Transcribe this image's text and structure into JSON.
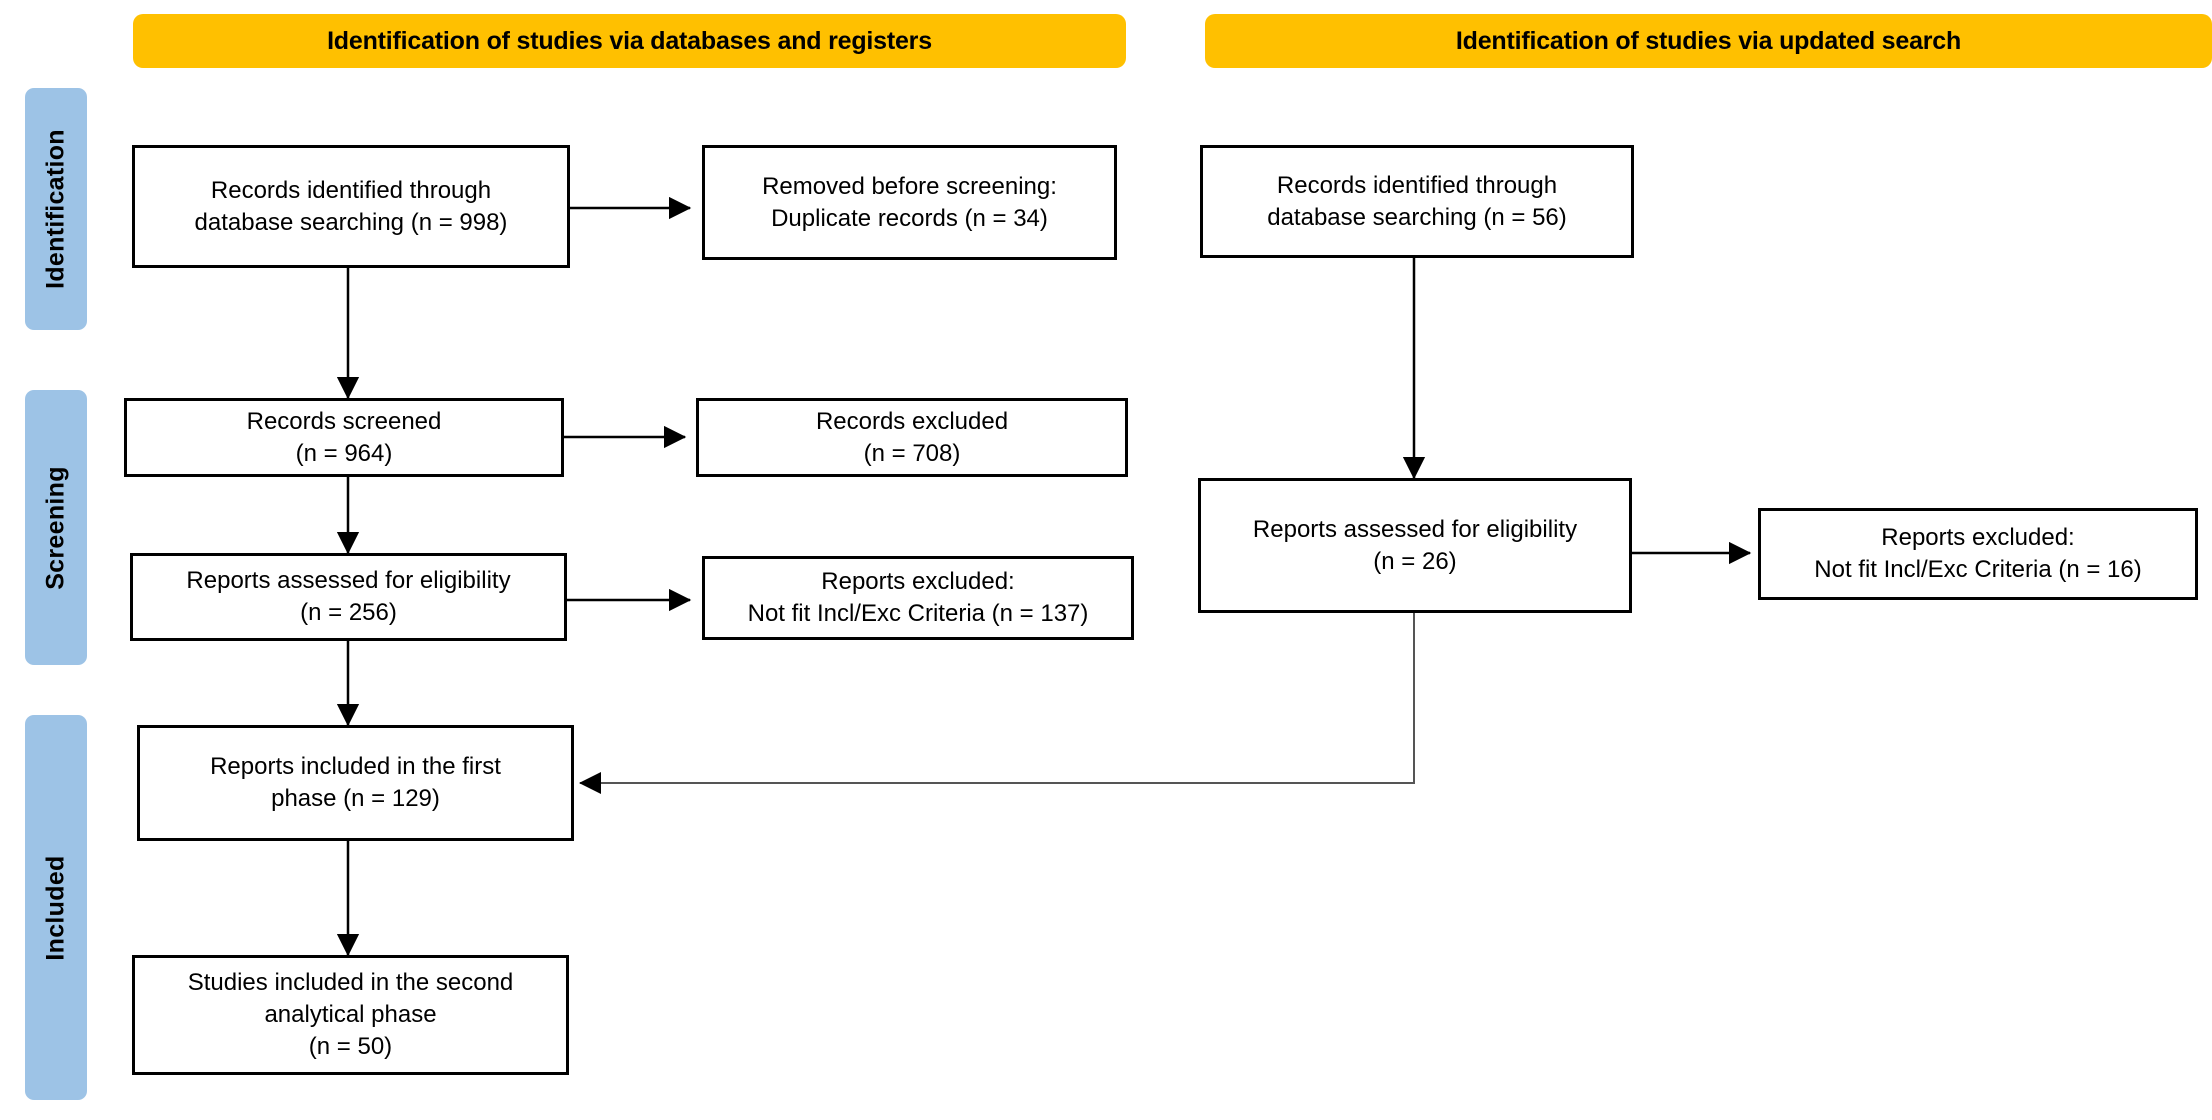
{
  "diagram": {
    "title": "PRISMA flow diagram",
    "colors": {
      "header_band": "#FFC000",
      "stage_bar": "#9DC3E6",
      "box_border": "#000000",
      "box_fill": "#FFFFFF",
      "connector": "#000000",
      "background": "#FFFFFF"
    }
  },
  "headers": [
    {
      "id": "header-databases-registers",
      "label": "Identification of studies via databases and registers"
    },
    {
      "id": "header-updated-search",
      "label": "Identification of studies via updated search"
    }
  ],
  "stage_bars": [
    {
      "id": "stage-identification",
      "label": "Identification"
    },
    {
      "id": "stage-screening",
      "label": "Screening"
    },
    {
      "id": "stage-included",
      "label": "Included"
    }
  ],
  "boxes": {
    "records_identified_db": {
      "id": "box-records-identified-database",
      "text": "Records identified through\ndatabase searching (n = 998)",
      "n": 998
    },
    "removed_before_screening": {
      "id": "box-removed-before-screening",
      "text": "Removed before screening:\nDuplicate records (n = 34)",
      "n": 34
    },
    "records_screened": {
      "id": "box-records-screened",
      "text": "Records screened\n(n = 964)",
      "n": 964
    },
    "records_excluded": {
      "id": "box-records-excluded",
      "text": "Records excluded\n(n = 708)",
      "n": 708
    },
    "reports_assessed": {
      "id": "box-reports-assessed-eligibility",
      "text": "Reports assessed for eligibility\n(n = 256)",
      "n": 256
    },
    "reports_excluded": {
      "id": "box-reports-excluded",
      "text": "Reports excluded:\nNot fit Incl/Exc Criteria (n = 137)",
      "n": 137
    },
    "reports_included_first": {
      "id": "box-reports-included-first-phase",
      "text": "Reports included in the first\nphase (n = 129)",
      "n": 129
    },
    "studies_included_second": {
      "id": "box-studies-included-second-phase",
      "text": "Studies included in the second\nanalytical phase\n(n = 50)",
      "n": 50
    },
    "records_identified_db_updated": {
      "id": "box-records-identified-database-updated",
      "text": "Records identified through\ndatabase searching (n = 56)",
      "n": 56
    },
    "reports_assessed_updated": {
      "id": "box-reports-assessed-eligibility-updated",
      "text": "Reports assessed for eligibility\n(n = 26)",
      "n": 26
    },
    "reports_excluded_updated": {
      "id": "box-reports-excluded-updated",
      "text": "Reports excluded:\nNot fit Incl/Exc Criteria (n = 16)",
      "n": 16
    }
  }
}
